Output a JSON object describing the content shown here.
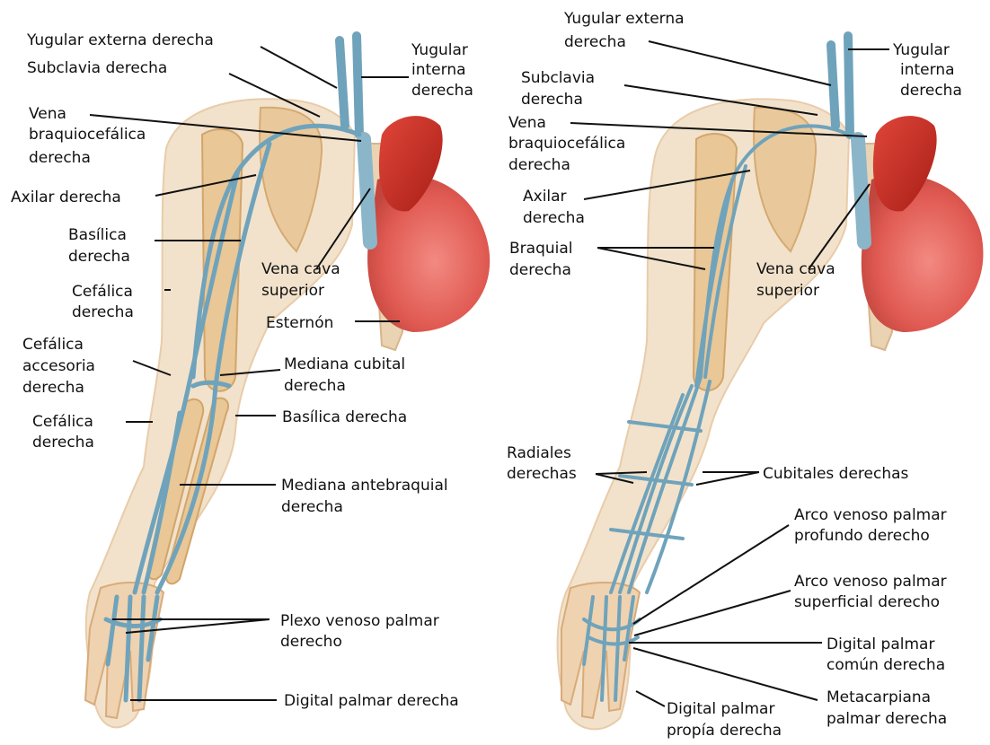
{
  "colors": {
    "skin": "#f0dcc0",
    "skin_edge": "#e3c39d",
    "bone": "#e9c796",
    "bone_edge": "#d2a56a",
    "vein": "#6fa3bb",
    "vein_dark": "#4f8aa6",
    "heart_red": "#c8281e",
    "heart_pink": "#e36a62",
    "leader": "#111111"
  },
  "left_arm": {
    "labels": {
      "yugular_externa": "Yugular externa derecha",
      "subclavia": "Subclavia derecha",
      "yugular_interna": [
        "Yugular",
        "interna",
        "derecha"
      ],
      "braquiocefalica": [
        "Vena",
        "braquiocefálica",
        "derecha"
      ],
      "axilar": "Axilar derecha",
      "basilica_upper": [
        "Basílica",
        "derecha"
      ],
      "cefalica_upper": [
        "Cefálica",
        "derecha"
      ],
      "vena_cava": [
        "Vena cava",
        "superior"
      ],
      "esternon": "Esternón",
      "cefalica_accesoria": [
        "Cefálica",
        "accesoria",
        "derecha"
      ],
      "mediana_cubital": [
        "Mediana cubital",
        "derecha"
      ],
      "cefalica_lower": [
        "Cefálica",
        "derecha"
      ],
      "basilica_lower": "Basílica derecha",
      "mediana_antebraquial": [
        "Mediana antebraquial",
        "derecha"
      ],
      "plexo_venoso": [
        "Plexo venoso palmar",
        "derecho"
      ],
      "digital_palmar": "Digital palmar derecha"
    }
  },
  "right_arm": {
    "labels": {
      "yugular_externa": [
        "Yugular externa",
        "derecha"
      ],
      "yugular_interna": [
        "Yugular",
        "interna",
        "derecha"
      ],
      "subclavia": [
        "Subclavia",
        "derecha"
      ],
      "braquiocefalica": [
        "Vena",
        "braquiocefálica",
        "derecha"
      ],
      "axilar": [
        "Axilar",
        "derecha"
      ],
      "braquial": [
        "Braquial",
        "derecha"
      ],
      "vena_cava": [
        "Vena cava",
        "superior"
      ],
      "radiales": [
        "Radiales",
        "derechas"
      ],
      "cubitales": "Cubitales derechas",
      "arco_profundo": [
        "Arco venoso palmar",
        "profundo derecho"
      ],
      "arco_superficial": [
        "Arco venoso palmar",
        "superficial derecho"
      ],
      "digital_comun": [
        "Digital palmar",
        "común derecha"
      ],
      "metacarpiana": [
        "Metacarpiana",
        "palmar derecha"
      ],
      "digital_propia": [
        "Digital palmar",
        "propía derecha"
      ]
    }
  }
}
